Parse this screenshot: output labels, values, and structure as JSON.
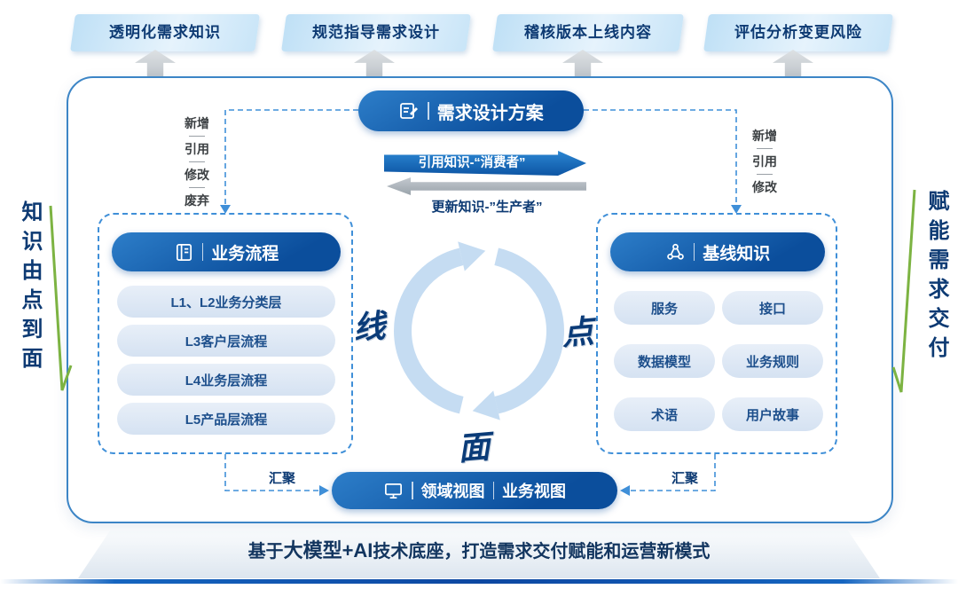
{
  "top_banners": [
    "透明化需求知识",
    "规范指导需求设计",
    "稽核版本上线内容",
    "评估分析变更风险"
  ],
  "center_pill": {
    "label": "需求设计方案"
  },
  "flow": {
    "consume": "引用知识-“消费者”",
    "produce": "更新知识-”生产者”"
  },
  "left_flow_labels": [
    "新增",
    "引用",
    "修改",
    "废弃"
  ],
  "right_flow_labels": [
    "新增",
    "引用",
    "修改"
  ],
  "left_panel": {
    "title": "业务流程",
    "items": [
      "L1、L2业务分类层",
      "L3客户层流程",
      "L4业务层流程",
      "L5产品层流程"
    ]
  },
  "right_panel": {
    "title": "基线知识",
    "items": [
      "服务",
      "接口",
      "数据模型",
      "业务规则",
      "术语",
      "用户故事"
    ]
  },
  "cycle_labels": {
    "line": "线",
    "point": "点",
    "surface": "面"
  },
  "bottom_pill": {
    "left": "领域视图",
    "right": "业务视图"
  },
  "converge_left": "汇聚",
  "converge_right": "汇聚",
  "side_left": "知识由点到面",
  "side_right": "赋能需求交付",
  "footer": {
    "prefix": "基于",
    "highlight": "大模型+AI",
    "suffix": "技术底座，打造需求交付赋能和运营新模式"
  },
  "colors": {
    "primary_blue": "#0b4e9c",
    "banner_blue": "#cde6f8",
    "light_item_blue": "#dde8f5",
    "dashed_blue": "#3f8fd8",
    "navy_text": "#0d3a73",
    "green_accent": "#7cb342",
    "gray_arrow": "#c2c7cc"
  }
}
